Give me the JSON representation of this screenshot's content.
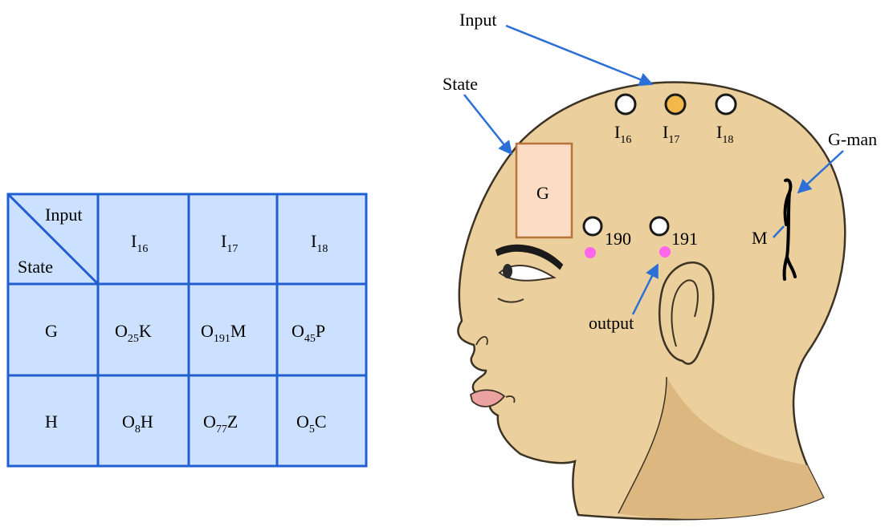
{
  "table": {
    "corner_top": "Input",
    "corner_bottom": "State",
    "columns": [
      {
        "main": "I",
        "sub": "16"
      },
      {
        "main": "I",
        "sub": "17"
      },
      {
        "main": "I",
        "sub": "18"
      }
    ],
    "rows": [
      {
        "state": "G",
        "cells": [
          {
            "pre": "O",
            "sub": "25",
            "post": "K"
          },
          {
            "pre": "O",
            "sub": "191",
            "post": "M"
          },
          {
            "pre": "O",
            "sub": "45",
            "post": "P"
          }
        ]
      },
      {
        "state": "H",
        "cells": [
          {
            "pre": "O",
            "sub": "8",
            "post": "H"
          },
          {
            "pre": "O",
            "sub": "77",
            "post": "Z"
          },
          {
            "pre": "O",
            "sub": "5",
            "post": "C"
          }
        ]
      }
    ]
  },
  "head": {
    "input_label": "Input",
    "state_label": "State",
    "state_box_letter": "G",
    "gman_label": "G-man",
    "gman_letter": "M",
    "output_label": "output",
    "inputs": [
      {
        "main": "I",
        "sub": "16",
        "active": false
      },
      {
        "main": "I",
        "sub": "17",
        "active": true
      },
      {
        "main": "I",
        "sub": "18",
        "active": false
      }
    ],
    "outputs": [
      "190",
      "191"
    ]
  },
  "colors": {
    "table_fill": "#cce0ff",
    "table_line": "#1f5fd0",
    "skin": "#ebcf9c",
    "skin_shadow": "#dcb880",
    "outline": "#3d3325",
    "state_box_fill": "#fcdcc4",
    "state_box_line": "#b8733a",
    "active_input": "#f2b84a",
    "output_dot": "#ff66ee",
    "arrow": "#2c6fd6",
    "lips": "#eda2a2"
  }
}
